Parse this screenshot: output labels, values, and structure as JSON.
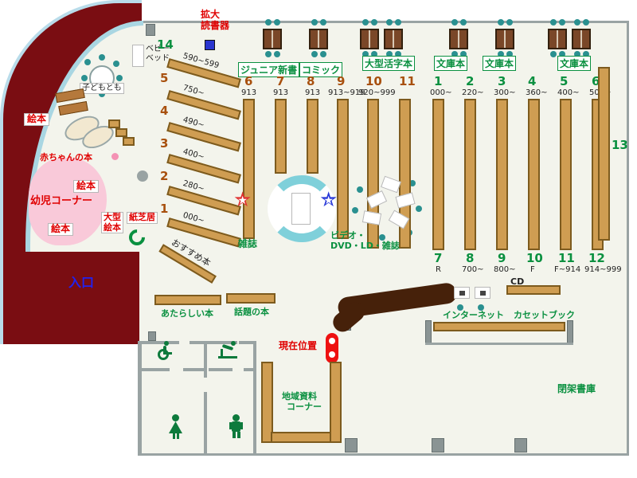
{
  "colors": {
    "dark_red": "#7a0d12",
    "floor": "#f3f4ec",
    "shelf": "#cf9d52",
    "wall": "#99a3a3",
    "green": "#0a9040",
    "brown_num": "#a8500e",
    "red": "#e00000",
    "entrance_blue": "#2222ee",
    "cyan": "#7fd0da",
    "pink": "#f9c9d9",
    "chair_teal": "#2a9090",
    "counter_brown": "#46210a",
    "marker_red": "#ee1111",
    "device_blue": "#2a35cf",
    "star_red": "#e03030",
    "star_blue": "#2838d8"
  },
  "top": {
    "magnifier_line1": "拡大",
    "magnifier_line2": "読書器",
    "baby_bed_line1": "ベビー",
    "baby_bed_line2": "ベッド",
    "genres": [
      "ジュニア新書",
      "コミック",
      "大型活字本",
      "文庫本",
      "文庫本",
      "文庫本"
    ]
  },
  "shelves": {
    "brown_top": [
      {
        "no": "6",
        "range": "913"
      },
      {
        "no": "7",
        "range": "913"
      },
      {
        "no": "8",
        "range": "913"
      },
      {
        "no": "9",
        "range": "913~919"
      },
      {
        "no": "10",
        "range": "920~999"
      },
      {
        "no": "11",
        "range": ""
      }
    ],
    "green_top": [
      {
        "no": "1",
        "range": "000~"
      },
      {
        "no": "2",
        "range": "220~"
      },
      {
        "no": "3",
        "range": "300~"
      },
      {
        "no": "4",
        "range": "360~"
      },
      {
        "no": "5",
        "range": "400~"
      },
      {
        "no": "6",
        "range": "500~"
      }
    ],
    "green_bottom": [
      {
        "no": "7",
        "range": "R"
      },
      {
        "no": "8",
        "range": "700~"
      },
      {
        "no": "9",
        "range": "800~"
      },
      {
        "no": "10",
        "range": "F"
      },
      {
        "no": "11",
        "range": "F~914"
      },
      {
        "no": "12",
        "range": "914~999"
      }
    ],
    "thirteen": "13",
    "diagonal": [
      {
        "no": "14",
        "range": "590~599"
      },
      {
        "no": "5",
        "range": "750~"
      },
      {
        "no": "4",
        "range": "490~"
      },
      {
        "no": "3",
        "range": "400~"
      },
      {
        "no": "2",
        "range": "280~"
      },
      {
        "no": "1",
        "range": "000~"
      }
    ],
    "recommended": "おすすめ本"
  },
  "kids": {
    "ehon1": "絵本",
    "ehon2": "絵本",
    "ehon3": "絵本",
    "baby_books": "赤ちゃんの本",
    "toddler_corner": "幼児コーナー",
    "kodomo": "子どもとも",
    "large_ehon_line1": "大型",
    "large_ehon_line2": "絵本",
    "kamishibai": "紙芝居"
  },
  "labels": {
    "entrance": "入口",
    "magazines": "雑誌",
    "video_line1": "ビデオ・",
    "video_line2": "DVD・LD・雑誌",
    "new_books": "あたらしい本",
    "topic_books": "話題の本",
    "current_location": "現在位置",
    "cd": "CD",
    "internet": "インターネット",
    "cassette": "カセットブック",
    "local_line1": "地域資料",
    "local_line2": "コーナー",
    "closed_stacks": "閉架書庫"
  }
}
